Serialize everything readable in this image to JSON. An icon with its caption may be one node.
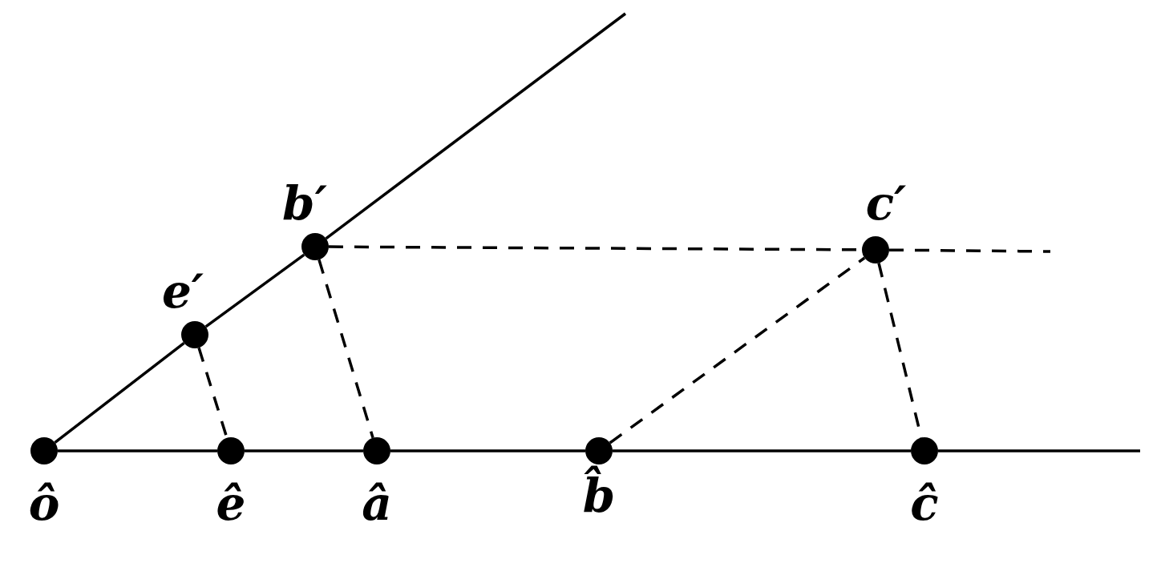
{
  "diagram": {
    "nodes": [
      {
        "text": [
          "ô"
        ]
      },
      {
        "text": [
          "ê"
        ]
      },
      {
        "text": [
          "â"
        ]
      },
      {
        "text": [
          "b̂"
        ]
      },
      {
        "text": [
          "ĉ"
        ]
      },
      {
        "text": [
          "e′"
        ]
      },
      {
        "text": [
          "b′"
        ]
      },
      {
        "text": [
          "c′"
        ]
      }
    ],
    "edges": [
      {
        "from": 0,
        "to": 1,
        "arrow": "none"
      },
      {
        "from": 1,
        "to": 2,
        "arrow": "none"
      },
      {
        "from": 2,
        "to": 3,
        "arrow": "none"
      },
      {
        "from": 3,
        "to": 4,
        "arrow": "none"
      },
      {
        "from": 4,
        "to": null,
        "arrow": "none"
      },
      {
        "from": 0,
        "to": 5,
        "arrow": "none"
      },
      {
        "from": 5,
        "to": 6,
        "arrow": "none"
      },
      {
        "from": 6,
        "to": null,
        "arrow": "none"
      },
      {
        "from": 5,
        "to": 1,
        "arrow": "none",
        "style": "dashed"
      },
      {
        "from": 6,
        "to": 2,
        "arrow": "none",
        "style": "dashed"
      },
      {
        "from": 6,
        "to": 7,
        "arrow": "none",
        "style": "dashed"
      },
      {
        "from": 7,
        "to": null,
        "arrow": "none",
        "style": "dashed"
      },
      {
        "from": 3,
        "to": 7,
        "arrow": "none",
        "style": "dashed"
      },
      {
        "from": 7,
        "to": 4,
        "arrow": "none",
        "style": "dashed"
      }
    ]
  }
}
